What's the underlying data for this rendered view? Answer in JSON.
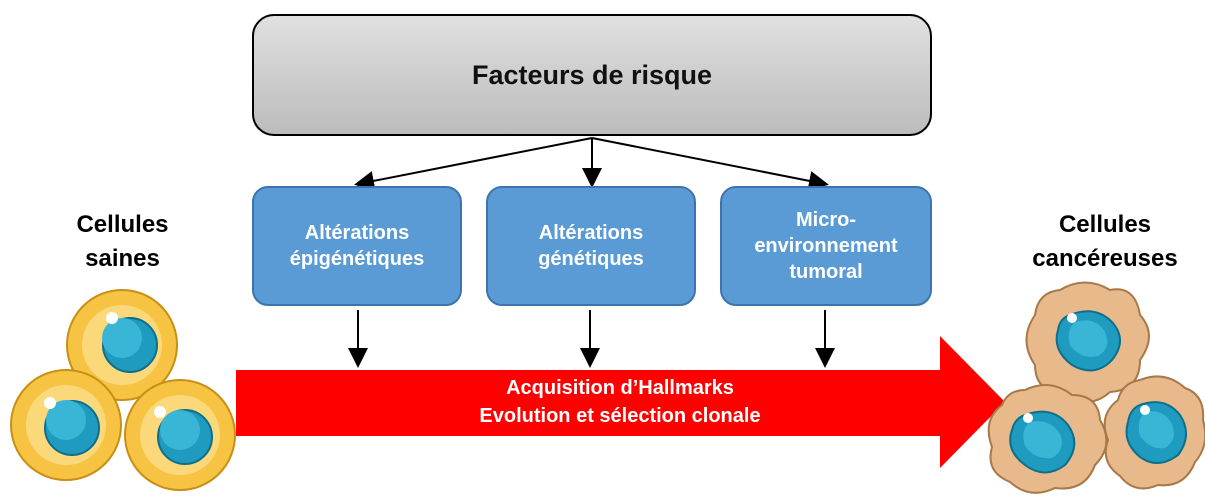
{
  "top_box": {
    "label": "Facteurs de risque"
  },
  "left_label": "Cellules\nsaines",
  "right_label": "Cellules\ncancéreuses",
  "factors": [
    {
      "label": "Altérations\népigénétiques"
    },
    {
      "label": "Altérations\ngénétiques"
    },
    {
      "label": "Micro-\nenvironnement\ntumoral"
    }
  ],
  "big_arrow": {
    "text": "Acquisition d’Hallmarks\nEvolution et sélection clonale"
  },
  "colors": {
    "factor_fill": "#5b9bd5",
    "arrow": "#ff0000",
    "healthy_cell": "#f6c343",
    "nucleus": "#1f9bbf",
    "cancer_cell": "#e8b98a"
  }
}
